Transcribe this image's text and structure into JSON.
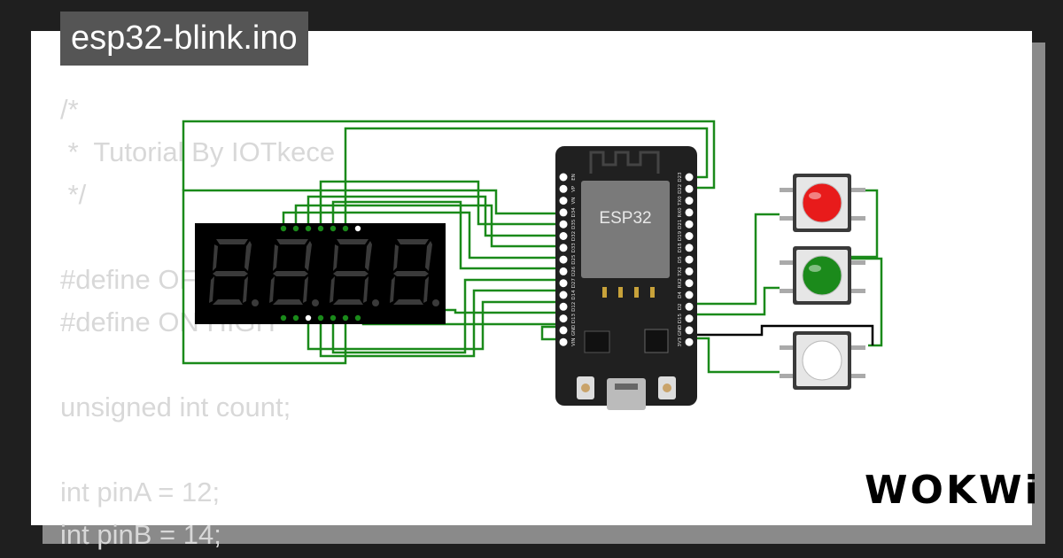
{
  "window": {
    "title": "esp32-blink.ino"
  },
  "code_lines": [
    "/*",
    " *  Tutorial By IOTkece",
    " */",
    "",
    "#define OFF LOW",
    "#define ON HIGH",
    "",
    "unsigned int count;",
    "",
    "int pinA = 12;",
    "int pinB = 14;"
  ],
  "board": {
    "chip_label": "ESP32",
    "left_pins": [
      "EN",
      "VP",
      "VN",
      "D34",
      "D35",
      "D32",
      "D33",
      "D25",
      "D26",
      "D27",
      "D14",
      "D12",
      "D13",
      "GND",
      "VIN"
    ],
    "right_pins": [
      "D23",
      "D22",
      "TX0",
      "RX0",
      "D21",
      "D19",
      "D18",
      "D5",
      "TX2",
      "RX2",
      "D4",
      "D2",
      "D15",
      "GND",
      "3V3"
    ]
  },
  "display": {
    "digits": 4,
    "segment_color": "#3a3a3a"
  },
  "buttons": [
    {
      "name": "red",
      "color": "#e81b1b"
    },
    {
      "name": "green",
      "color": "#1b8a1b"
    },
    {
      "name": "white",
      "color": "#ffffff"
    }
  ],
  "colors": {
    "wire": "#1a8a1a",
    "wire_gnd": "#000000",
    "board": "#202020"
  },
  "brand": {
    "logo": "WOKWi"
  }
}
